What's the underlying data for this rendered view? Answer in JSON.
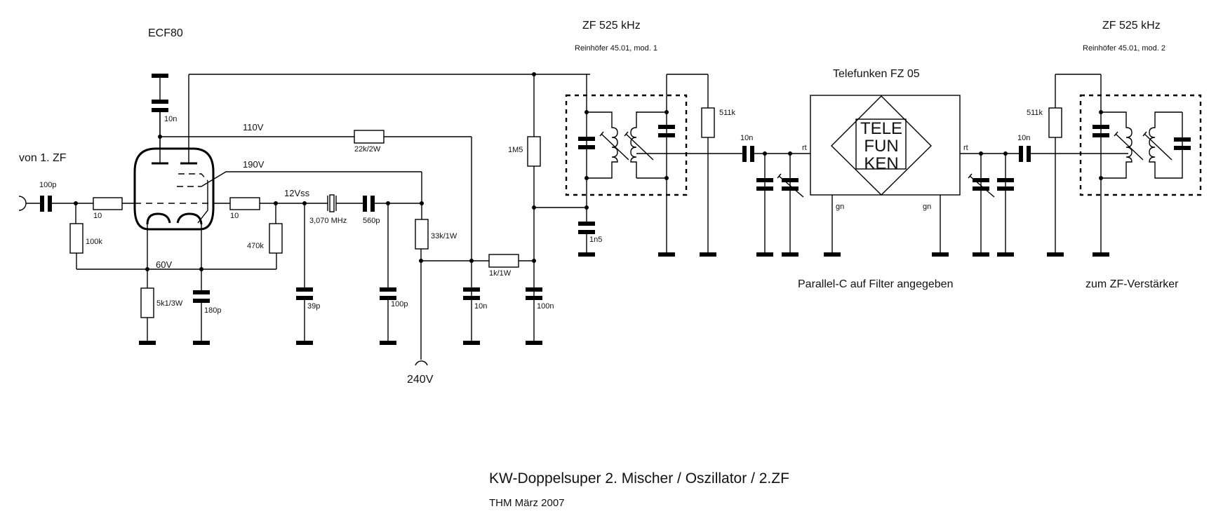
{
  "headings": {
    "tube": "ECF80",
    "input": "von 1. ZF",
    "if1_title": "ZF 525 kHz",
    "if1_sub": "Reinhöfer 45.01, mod. 1",
    "filter_title": "Telefunken FZ 05",
    "if2_title": "ZF 525 kHz",
    "if2_sub": "Reinhöfer 45.01, mod. 2",
    "filter_note": "Parallel-C auf Filter angegeben",
    "output_note": "zum ZF-Verstärker",
    "supply": "240V"
  },
  "logo": {
    "line1": "TELE",
    "line2": "FUN",
    "line3": "KEN"
  },
  "voltages": {
    "v110": "110V",
    "v190": "190V",
    "v60": "60V",
    "v12": "12Vss"
  },
  "components": {
    "c_in": "100p",
    "r_grid": "10",
    "r_gridleak": "100k",
    "c_top": "10n",
    "r_cathode": "5k1/3W",
    "c_cathode": "180p",
    "r_osc_grid": "10",
    "r_osc_leak": "470k",
    "r_screen": "22k/2W",
    "crystal": "3,070 MHz",
    "c_series": "560p",
    "c_39": "39p",
    "c_100p": "100p",
    "r_33k": "33k/1W",
    "r_1k": "1k/1W",
    "c_10n_dec": "10n",
    "c_100n": "100n",
    "r_1m5": "1M5",
    "c_1n5": "1n5",
    "r_511k_1": "511k",
    "c_couple_1": "10n",
    "r_511k_2": "511k",
    "c_couple_2": "10n",
    "pin_in": "rt",
    "pin_out": "rt",
    "gnd_left": "gn",
    "gnd_right": "gn"
  },
  "footer": {
    "title": "KW-Doppelsuper 2. Mischer / Oszillator / 2.ZF",
    "author": "THM März 2007"
  }
}
